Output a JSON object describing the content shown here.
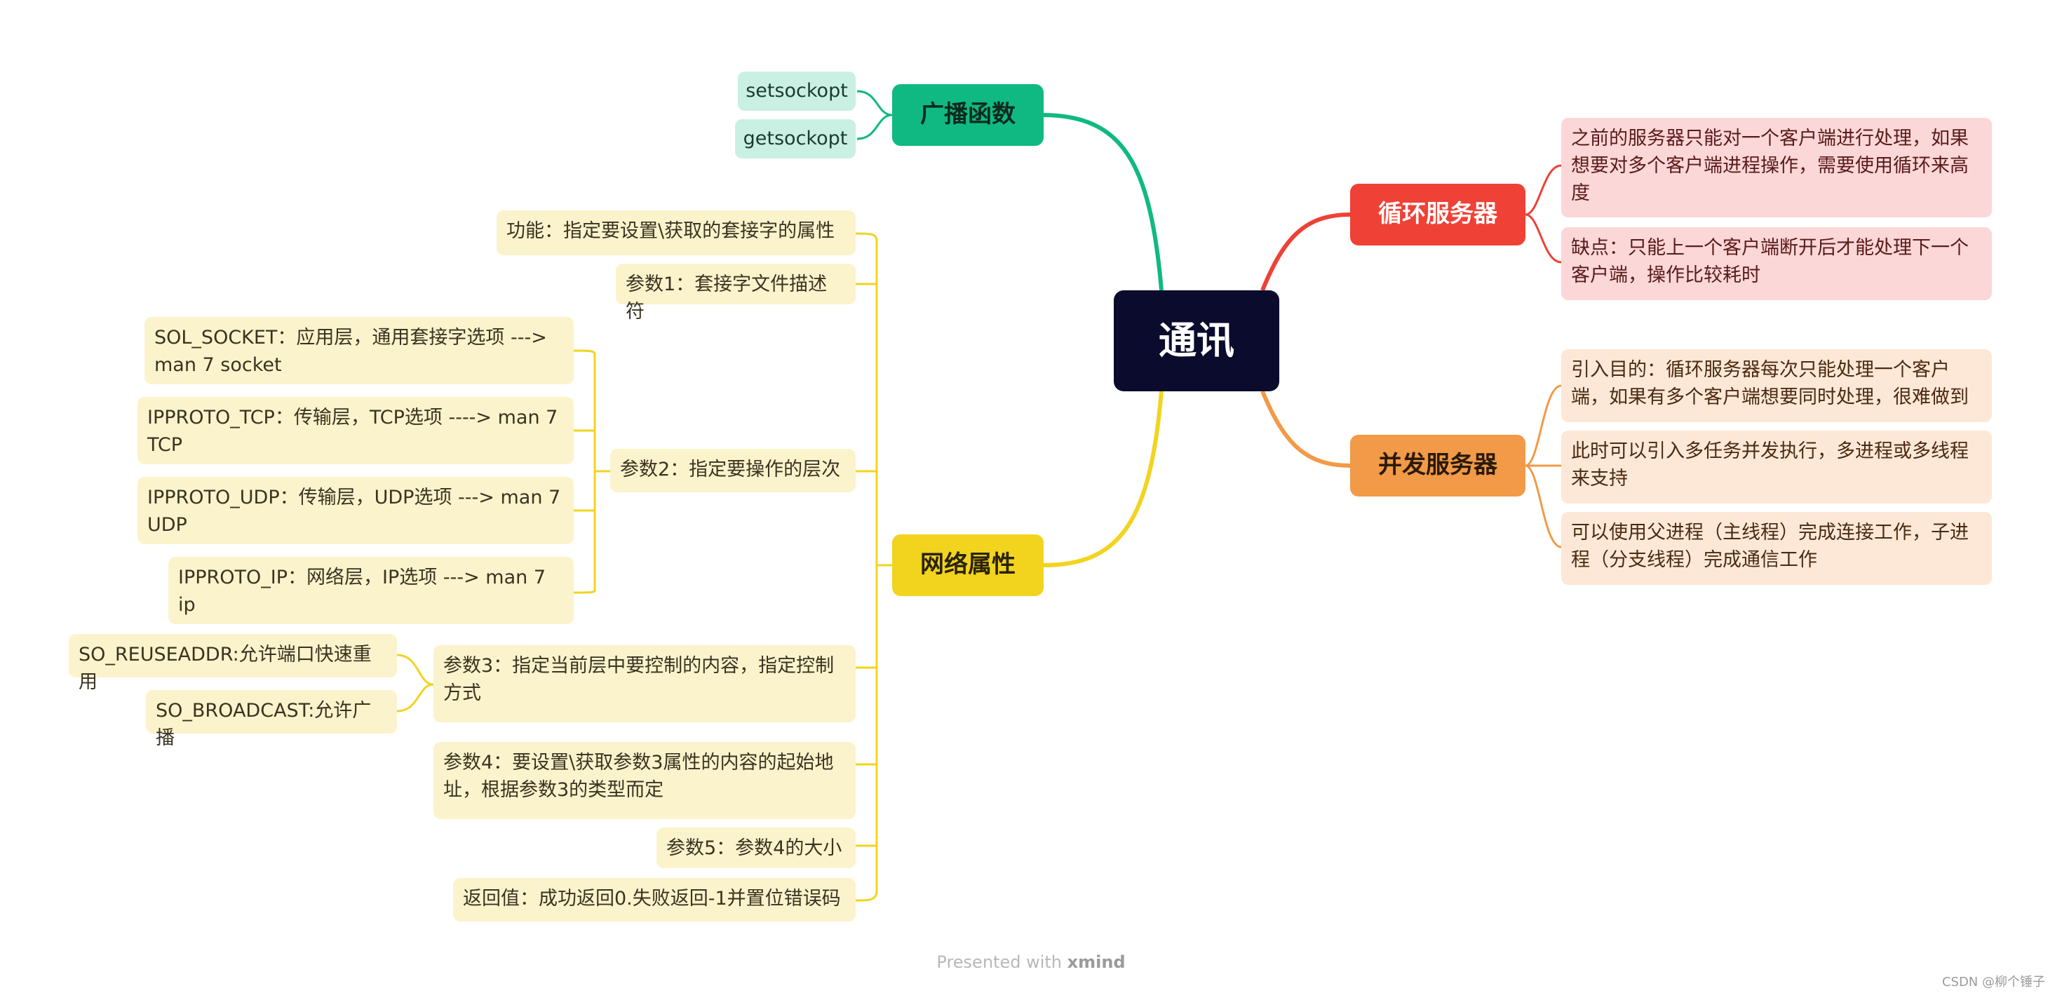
{
  "central": "通讯",
  "branches": {
    "broadcast": {
      "label": "广播函数",
      "color": "#10b981",
      "children": [
        "setsockopt",
        "getsockopt"
      ]
    },
    "network": {
      "label": "网络属性",
      "color": "#f2d41f",
      "children": {
        "func": "功能：指定要设置\\获取的套接字的属性",
        "param1": "参数1：套接字文件描述符",
        "param2": {
          "label": "参数2：指定要操作的层次",
          "children": [
            "SOL_SOCKET：应用层，通用套接字选项     --->    man 7 socket",
            "IPPROTO_TCP：传输层，TCP选项           ---->    man 7 TCP",
            "IPPROTO_UDP：传输层，UDP选项           --->    man 7 UDP",
            "IPPROTO_IP：网络层，IP选项            --->    man 7 ip"
          ]
        },
        "param3": {
          "label": "参数3：指定当前层中要控制的内容，指定控制方式",
          "children": [
            "SO_REUSEADDR:允许端口快速重用",
            "SO_BROADCAST:允许广播"
          ]
        },
        "param4": "参数4：要设置\\获取参数3属性的内容的起始地址，根据参数3的类型而定",
        "param5": "参数5：参数4的大小",
        "ret": "返回值：成功返回0.失败返回-1并置位错误码"
      }
    },
    "loop": {
      "label": "循环服务器",
      "color": "#ef4136",
      "children": [
        "之前的服务器只能对一个客户端进行处理，如果想要对多个客户端进程操作，需要使用循环来高度",
        "缺点：只能上一个客户端断开后才能处理下一个客户端，操作比较耗时"
      ]
    },
    "concurrent": {
      "label": "并发服务器",
      "color": "#f29a47",
      "children": [
        "引入目的：循环服务器每次只能处理一个客户端，如果有多个客户端想要同时处理，很难做到",
        "此时可以引入多任务并发执行，多进程或多线程来支持",
        "可以使用父进程（主线程）完成连接工作，子进程（分支线程）完成通信工作"
      ]
    }
  },
  "footer": {
    "prefix": "Presented with",
    "brand": "xmind"
  },
  "watermark": "CSDN @柳个锤子"
}
